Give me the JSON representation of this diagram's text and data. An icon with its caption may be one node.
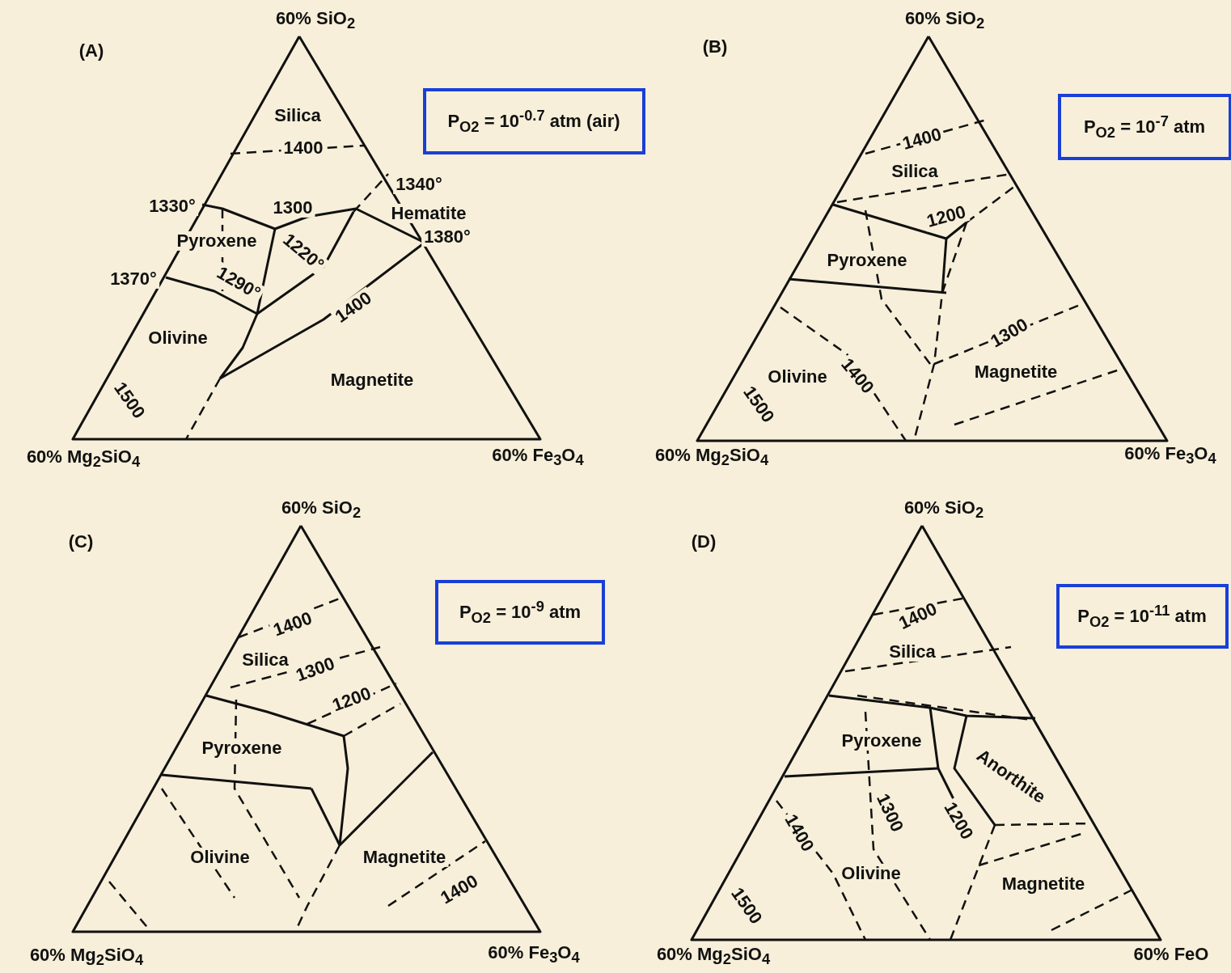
{
  "diagram": {
    "nodes": [
      {
        "text": [
          "P$_{O2}$ = 10$^{-0.7}$ atm (air)"
        ]
      },
      {
        "text": [
          "P$_{O2}$ = 10$^{-7}$ atm"
        ]
      },
      {
        "text": [
          "P$_{O2}$ = 10$^{-9}$ atm"
        ]
      },
      {
        "text": [
          "P$_{O2}$ = 10$^{-11}$ atm"
        ]
      }
    ],
    "labels": [
      "(A)",
      "60% SiO$_{2}$",
      "Silica",
      "1400",
      "1340°",
      "1330°",
      "1300",
      "Hematite",
      "Pyroxene",
      "1220°",
      "1380°",
      "1370°",
      "1290°",
      "1400",
      "Olivine",
      "Magnetite",
      "1500",
      "60% Mg$_{2}$SiO$_{4}$",
      "60% Fe$_{3}$O$_{4}$",
      "(B)",
      "60% SiO$_{2}$",
      "1400",
      "Silica",
      "1200",
      "Pyroxene",
      "1300",
      "Olivine",
      "1400",
      "Magnetite",
      "1500",
      "60% Mg$_{2}$SiO$_{4}$",
      "60% Fe$_{3}$O$_{4}$",
      "(C)",
      "60% SiO$_{2}$",
      "1400",
      "Silica",
      "1300",
      "1200",
      "Pyroxene",
      "Olivine",
      "Magnetite",
      "1400",
      "60% Mg$_{2}$SiO$_{4}$",
      "60% Fe$_{3}$O$_{4}$",
      "(D)",
      "60% SiO$_{2}$",
      "1400",
      "Silica",
      "Pyroxene",
      "Anorthite",
      "1400",
      "1300",
      "1200",
      "Olivine",
      "Magnetite",
      "1500",
      "60% Mg$_{2}$SiO$_{4}$",
      "60% FeO"
    ]
  }
}
